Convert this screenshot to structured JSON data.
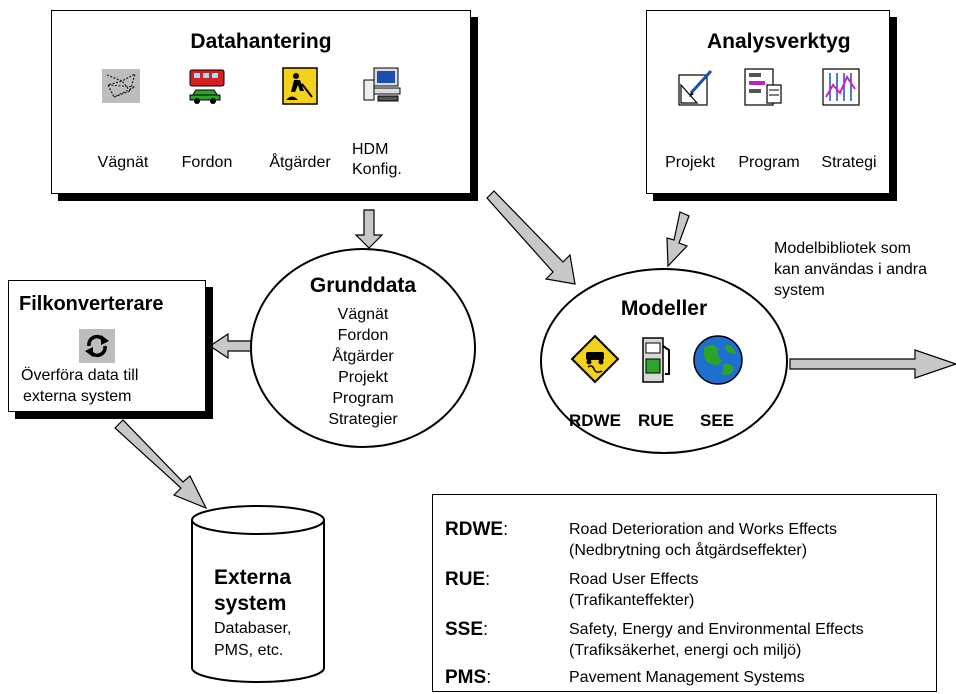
{
  "datahantering": {
    "title": "Datahantering",
    "items": [
      {
        "label": "Vägnät",
        "icon": "network-icon"
      },
      {
        "label": "Fordon",
        "icon": "vehicles-icon"
      },
      {
        "label": "Åtgärder",
        "icon": "roadwork-icon"
      },
      {
        "label_line1": "HDM",
        "label_line2": "Konfig.",
        "icon": "computer-icon"
      }
    ]
  },
  "analysverktyg": {
    "title": "Analysverktyg",
    "items": [
      {
        "label": "Projekt",
        "icon": "project-icon"
      },
      {
        "label": "Program",
        "icon": "program-icon"
      },
      {
        "label": "Strategi",
        "icon": "strategy-chart-icon"
      }
    ]
  },
  "grunddata": {
    "title": "Grunddata",
    "items": [
      "Vägnät",
      "Fordon",
      "Åtgärder",
      "Projekt",
      "Program",
      "Strategier"
    ]
  },
  "modeller": {
    "title": "Modeller",
    "items": [
      "RDWE",
      "RUE",
      "SEE"
    ]
  },
  "modelbibliotek_note": {
    "line1": "Modelbibliotek som",
    "line2": "kan användas i andra",
    "line3": "system"
  },
  "filkonverterare": {
    "title": "Filkonverterare",
    "line1": "Överföra data till",
    "line2": "externa system",
    "icon": "refresh-icon"
  },
  "externa": {
    "title_line1": "Externa",
    "title_line2": "system",
    "line1": "Databaser,",
    "line2": "PMS, etc."
  },
  "legend": [
    {
      "abbr": "RDWE",
      "line1": "Road Deterioration and Works Effects",
      "line2": "(Nedbrytning och åtgärdseffekter)"
    },
    {
      "abbr": "RUE",
      "line1": "Road User Effects",
      "line2": "(Trafikanteffekter)"
    },
    {
      "abbr": "SSE",
      "line1": "Safety, Energy and Environmental Effects",
      "line2": "(Trafiksäkerhet, energi och miljö)"
    },
    {
      "abbr": "PMS",
      "line1": "Pavement Management Systems",
      "line2": ""
    }
  ],
  "colon": ":",
  "colors": {
    "arrow_fill": "#c8c8c8",
    "border": "#000000",
    "globe": "#1f6fd0",
    "sign": "#f2d21a"
  }
}
